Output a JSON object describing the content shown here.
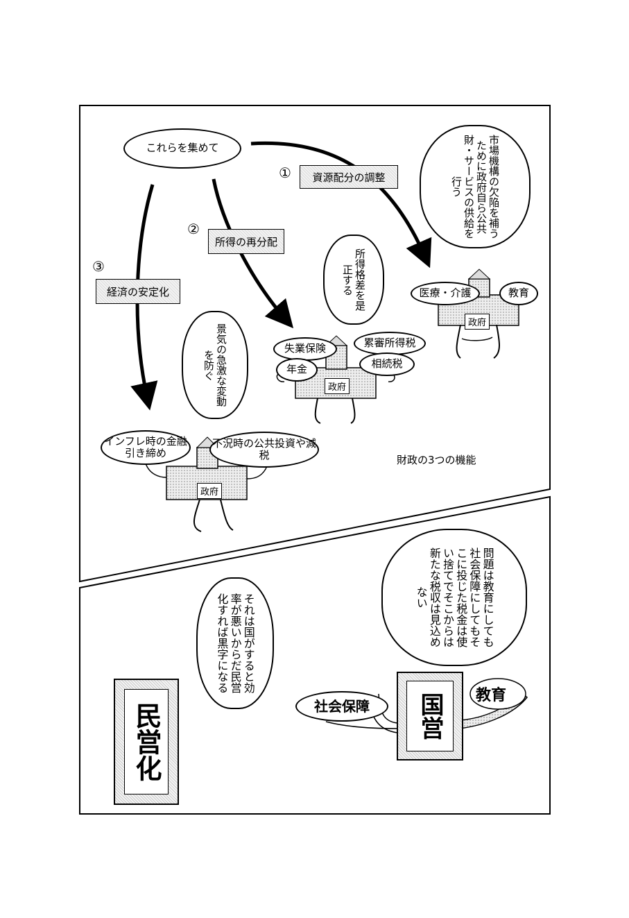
{
  "panel1": {
    "collect_bubble": "これらを集めて",
    "functions": [
      {
        "number": "①",
        "label": "資源配分の調整"
      },
      {
        "number": "②",
        "label": "所得の再分配"
      },
      {
        "number": "③",
        "label": "経済の安定化"
      }
    ],
    "speech": {
      "resource": "市場機構の欠陥を補うために政府自ら公共財・サービスの供給を行う",
      "income": "所得格差を是正する",
      "stability": "景気の急激な変動を防ぐ"
    },
    "gov_label": "政府",
    "resource_items": [
      "医療・介護",
      "教育"
    ],
    "income_items": [
      "失業保険",
      "累審所得税",
      "年金",
      "相続税"
    ],
    "stability_items": [
      "インフレ時の金融引き締め",
      "不況時の公共投資や減税"
    ],
    "caption": "財政の3つの機能"
  },
  "panel2": {
    "privatize_sign": "民営化",
    "state_sign": "国営",
    "privatize_speech": "それは国がすると効率が悪いからだ民営化すれば黒字になる",
    "state_speech": "問題は教育にしても社会保障にしてもそこに投じた税金は使い捨てでそこからは新たな税収は見込めない",
    "left_hand": "社会保障",
    "right_hand": "教育"
  }
}
